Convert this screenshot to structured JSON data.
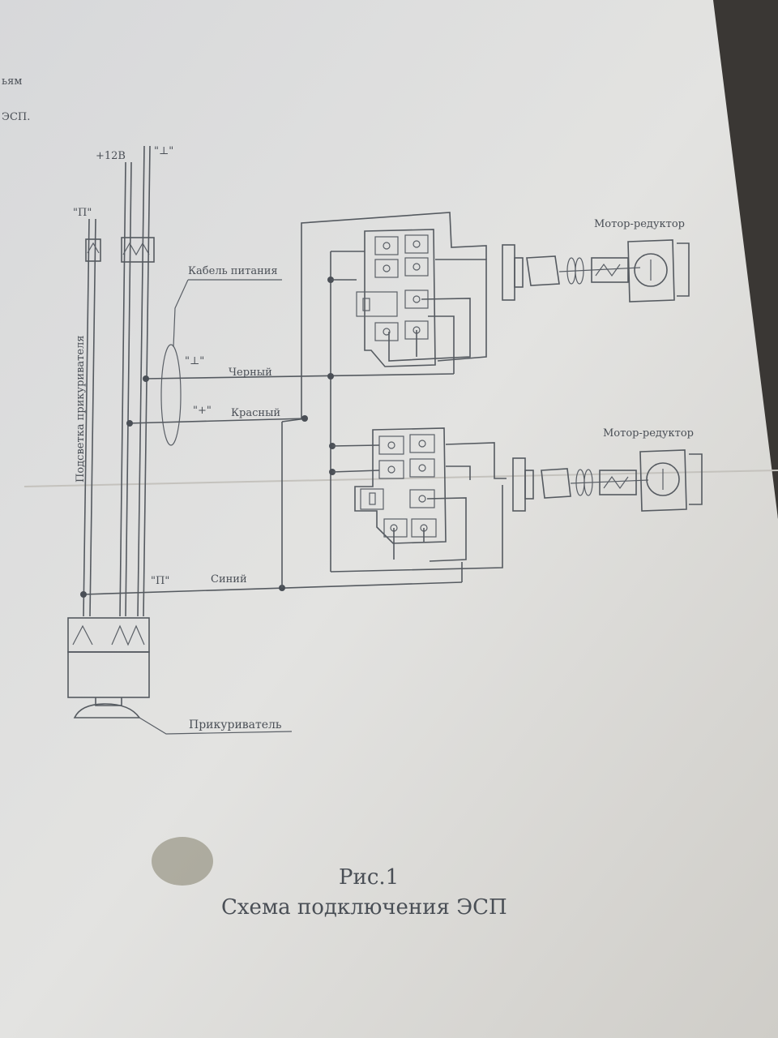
{
  "header_fragments": {
    "line1": "ьям",
    "line2": "ЭСП."
  },
  "labels": {
    "plus12v": "+12В",
    "ground_top": "\"⊥\"",
    "p_top": "\"П\"",
    "lighter_light": "Подсветка прикуривателя",
    "power_cable": "Кабель питания",
    "ground_black_prefix": "\"⊥\"",
    "black": "Черный",
    "plus_red_prefix": "\"+\"",
    "red": "Красный",
    "p_blue_prefix": "\"П\"",
    "blue": "Синий",
    "lighter": "Прикуриватель",
    "motor1": "Мотор-редуктор",
    "motor2": "Мотор-редуктор"
  },
  "caption": {
    "fig": "Рис.1",
    "title": "Схема подключения ЭСП"
  }
}
